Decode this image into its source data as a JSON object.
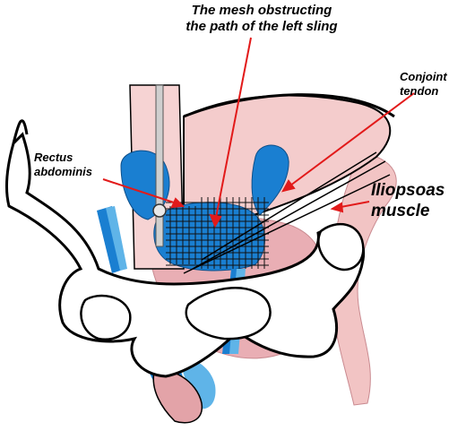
{
  "labels": {
    "mesh": {
      "line1": "The mesh obstructing",
      "line2": "the path of the left sling"
    },
    "conjoint": {
      "line1": "Conjoint",
      "line2": "tendon"
    },
    "rectus": {
      "line1": "Rectus",
      "line2": "abdominis"
    },
    "iliopsoas": {
      "line1": "Iliopsoas",
      "line2": "muscle"
    }
  },
  "colors": {
    "muscle_pink": "#f2c4c4",
    "muscle_pink_dark": "#e3a3a8",
    "vessel_blue": "#1a7fd1",
    "vessel_light": "#5fb4e8",
    "arrow_red": "#e21a1a",
    "bone_outline": "#000000",
    "mesh": "#111111"
  }
}
